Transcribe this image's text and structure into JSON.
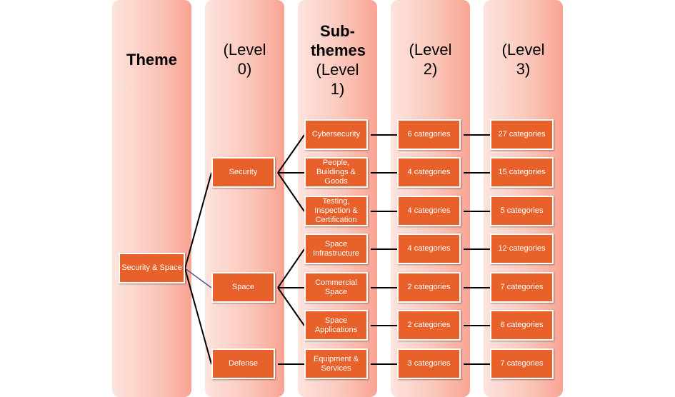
{
  "headers": {
    "theme": "Theme",
    "level0": "(Level 0)",
    "level1_title": "Sub-themes",
    "level1_sub": "(Level 1)",
    "level2": "(Level 2)",
    "level3": "(Level 3)"
  },
  "theme": {
    "label": "Security & Space"
  },
  "level0": [
    {
      "label": "Security"
    },
    {
      "label": "Space"
    },
    {
      "label": "Defense"
    }
  ],
  "level1": [
    {
      "label": "Cybersecurity"
    },
    {
      "label": "People, Buildings & Goods"
    },
    {
      "label": "Testing, Inspection & Certification"
    },
    {
      "label": "Space Infrastructure"
    },
    {
      "label": "Commercial Space"
    },
    {
      "label": "Space Applications"
    },
    {
      "label": "Equipment & Services"
    }
  ],
  "level2": [
    {
      "label": "6 categories"
    },
    {
      "label": "4 categories"
    },
    {
      "label": "4 categories"
    },
    {
      "label": "4 categories"
    },
    {
      "label": "2 categories"
    },
    {
      "label": "2 categories"
    },
    {
      "label": "3 categories"
    }
  ],
  "level3": [
    {
      "label": "27 categories"
    },
    {
      "label": "15 categories"
    },
    {
      "label": "5 categories"
    },
    {
      "label": "12 categories"
    },
    {
      "label": "7 categories"
    },
    {
      "label": "6 categories"
    },
    {
      "label": "7 categories"
    }
  ]
}
